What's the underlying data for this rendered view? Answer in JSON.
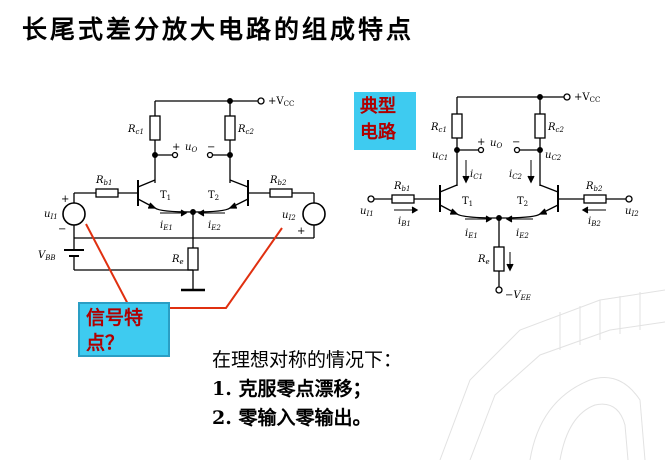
{
  "title": "长尾式差分放大电路的组成特点",
  "callout_text": "信号特点？",
  "typical_tag": "典型电路",
  "notes": {
    "line1": "在理想对称的情况下：",
    "line2": "1. 克服零点漂移；",
    "line3": "2. 零输入零输出。"
  },
  "left_circuit": {
    "vcc": "+V",
    "vcc_sub": "CC",
    "rc1": "R",
    "rc1_sub": "c1",
    "rc2": "R",
    "rc2_sub": "c2",
    "rb1": "R",
    "rb1_sub": "b1",
    "rb2": "R",
    "rb2_sub": "b2",
    "re": "R",
    "re_sub": "e",
    "t1": "T",
    "t1_sub": "1",
    "t2": "T",
    "t2_sub": "2",
    "uo": "u",
    "uo_sub": "O",
    "ui1": "u",
    "ui1_sub": "I1",
    "ui2": "u",
    "ui2_sub": "I2",
    "ie1": "i",
    "ie1_sub": "E1",
    "ie2": "i",
    "ie2_sub": "E2",
    "vbb": "V",
    "vbb_sub": "BB",
    "plus": "+",
    "minus": "−"
  },
  "right_circuit": {
    "vcc": "+V",
    "vcc_sub": "CC",
    "vee": "−V",
    "vee_sub": "EE",
    "rc1": "R",
    "rc1_sub": "c1",
    "rc2": "R",
    "rc2_sub": "c2",
    "rb1": "R",
    "rb1_sub": "b1",
    "rb2": "R",
    "rb2_sub": "b2",
    "re": "R",
    "re_sub": "e",
    "t1": "T",
    "t1_sub": "1",
    "t2": "T",
    "t2_sub": "2",
    "uo": "u",
    "uo_sub": "O",
    "uc1": "u",
    "uc1_sub": "C1",
    "uc2": "u",
    "uc2_sub": "C2",
    "ic1": "i",
    "ic1_sub": "C1",
    "ic2": "i",
    "ic2_sub": "C2",
    "ui1": "u",
    "ui1_sub": "I1",
    "ui2": "u",
    "ui2_sub": "I2",
    "ib1": "i",
    "ib1_sub": "B1",
    "ib2": "i",
    "ib2_sub": "B2",
    "ie1": "i",
    "ie1_sub": "E1",
    "ie2": "i",
    "ie2_sub": "E2",
    "plus": "+",
    "minus": "−"
  },
  "colors": {
    "callout_bg": "#3ecbf0",
    "callout_text": "#b00000",
    "pointer": "#e03010"
  }
}
